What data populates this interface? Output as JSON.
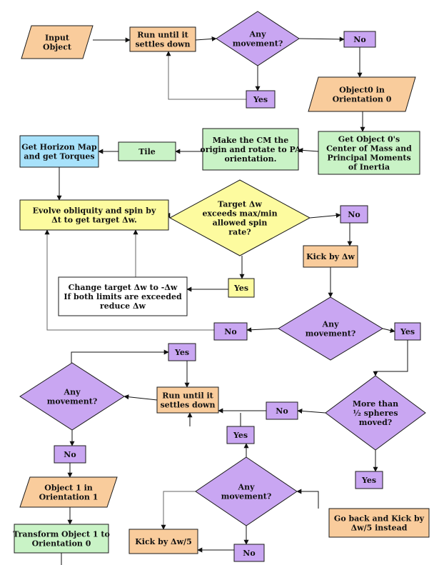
{
  "colors": {
    "orange": "#f9cc9c",
    "purple": "#c9a6f2",
    "green": "#c9f3c6",
    "blue": "#a8e2fb",
    "yellow": "#fdfb9f",
    "white": "#ffffff",
    "stroke": "#1a1a1a"
  },
  "nodes": {
    "input_object": [
      "Input",
      "Object"
    ],
    "run_settle_1": [
      "Run until it",
      "settles down"
    ],
    "any_movement_1": [
      "Any",
      "movement?"
    ],
    "no_1": [
      "No"
    ],
    "yes_1": [
      "Yes"
    ],
    "object0_orientation0": [
      "Object0 in",
      "Orientation 0"
    ],
    "get_object0_cm": [
      "Get Object 0's",
      "Center of Mass and",
      "Principal Moments",
      "of Inertia"
    ],
    "make_cm_origin": [
      "Make the CM the",
      "origin and rotate to PA",
      "orientation."
    ],
    "tile": [
      "Tile"
    ],
    "horizon_map": [
      "Get Horizon Map",
      "and get Torques"
    ],
    "evolve_obliquity": [
      "Evolve obliquity and spin by",
      "Δt to get target Δw."
    ],
    "target_exceeds": [
      "Target Δw",
      "exceeds max/min",
      "allowed spin",
      "rate?"
    ],
    "no_2": [
      "No"
    ],
    "yes_2": [
      "Yes"
    ],
    "kick_dw": [
      "Kick by Δw"
    ],
    "change_target": [
      "Change target Δw to -Δw",
      "If both limits are exceeded",
      "reduce Δw"
    ],
    "any_movement_2": [
      "Any",
      "movement?"
    ],
    "no_3": [
      "No"
    ],
    "yes_3": [
      "Yes"
    ],
    "yes_4": [
      "Yes"
    ],
    "any_movement_3": [
      "Any",
      "movement?"
    ],
    "run_settle_2": [
      "Run until it",
      "settles down"
    ],
    "more_than_half": [
      "More than",
      "½ spheres",
      "moved?"
    ],
    "no_4": [
      "No"
    ],
    "no_5": [
      "No"
    ],
    "yes_5": [
      "Yes"
    ],
    "object1_orientation1": [
      "Object 1 in",
      "Orientation 1"
    ],
    "any_movement_4": [
      "Any",
      "movement?"
    ],
    "yes_6": [
      "Yes"
    ],
    "transform_object1": [
      "Transform Object 1 to",
      "Orientation 0"
    ],
    "kick_dw5": [
      "Kick by Δw/5"
    ],
    "no_6": [
      "No"
    ],
    "go_back_kick": [
      "Go back and Kick by",
      "Δw/5 instead"
    ]
  }
}
